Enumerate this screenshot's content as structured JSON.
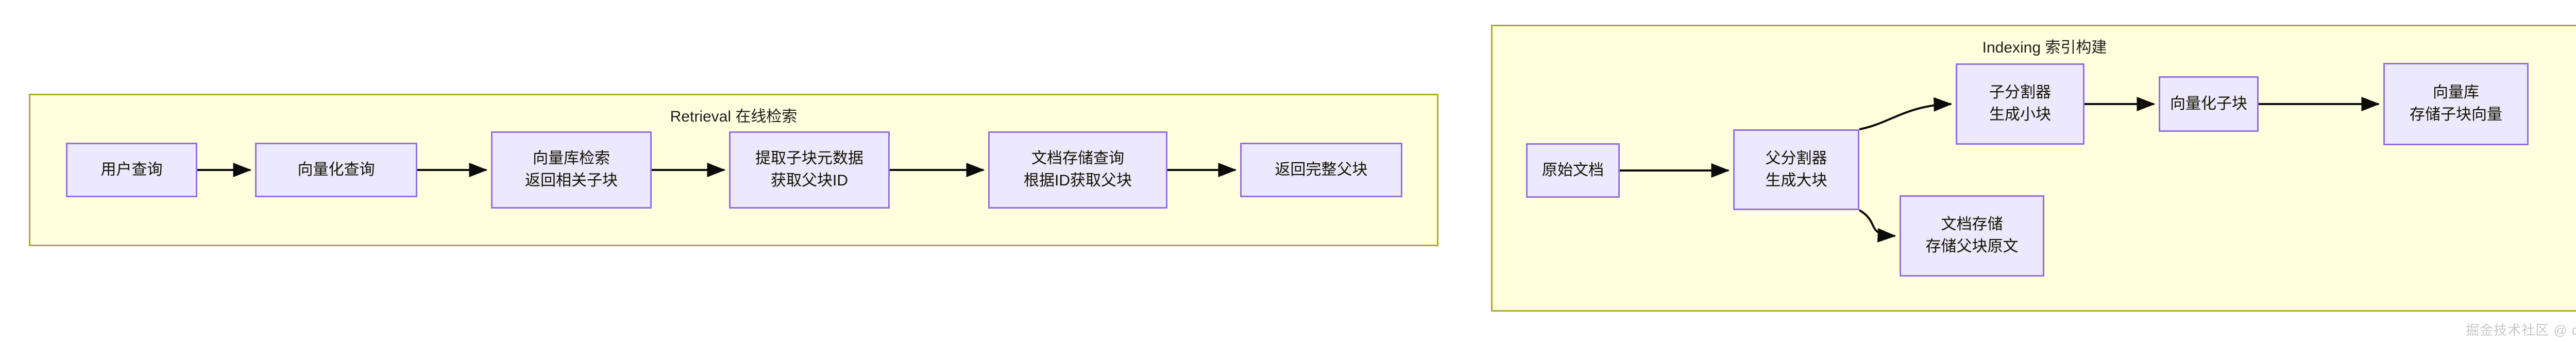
{
  "diagram": {
    "type": "flowchart",
    "direction": "left-to-right",
    "theme": {
      "subgraph_fill": "#FFFFDE",
      "subgraph_border": "#AAAA33",
      "node_fill": "#ECE8FD",
      "node_border": "#9370DB",
      "edge_color": "#0B0B0B",
      "text_color": "#131300",
      "background": "#FFFFFF"
    },
    "subgraphs": [
      {
        "id": "retrieval",
        "title": "Retrieval 在线检索",
        "nodes": [
          {
            "id": "r1",
            "lines": [
              "用户查询"
            ]
          },
          {
            "id": "r2",
            "lines": [
              "向量化查询"
            ]
          },
          {
            "id": "r3",
            "lines": [
              "向量库检索",
              "返回相关子块"
            ]
          },
          {
            "id": "r4",
            "lines": [
              "提取子块元数据",
              "获取父块ID"
            ]
          },
          {
            "id": "r5",
            "lines": [
              "文档存储查询",
              "根据ID获取父块"
            ]
          },
          {
            "id": "r6",
            "lines": [
              "返回完整父块"
            ]
          }
        ],
        "edges": [
          {
            "from": "r1",
            "to": "r2"
          },
          {
            "from": "r2",
            "to": "r3"
          },
          {
            "from": "r3",
            "to": "r4"
          },
          {
            "from": "r4",
            "to": "r5"
          },
          {
            "from": "r5",
            "to": "r6"
          }
        ]
      },
      {
        "id": "indexing",
        "title": "Indexing 索引构建",
        "nodes": [
          {
            "id": "i1",
            "lines": [
              "原始文档"
            ]
          },
          {
            "id": "i2",
            "lines": [
              "父分割器",
              "生成大块"
            ]
          },
          {
            "id": "i3",
            "lines": [
              "子分割器",
              "生成小块"
            ]
          },
          {
            "id": "i4",
            "lines": [
              "向量化子块"
            ]
          },
          {
            "id": "i5",
            "lines": [
              "向量库",
              "存储子块向量"
            ]
          },
          {
            "id": "i6",
            "lines": [
              "文档存储",
              "存储父块原文"
            ]
          }
        ],
        "edges": [
          {
            "from": "i1",
            "to": "i2"
          },
          {
            "from": "i2",
            "to": "i3"
          },
          {
            "from": "i3",
            "to": "i4"
          },
          {
            "from": "i4",
            "to": "i5"
          },
          {
            "from": "i2",
            "to": "i6"
          }
        ]
      }
    ]
  },
  "watermark": {
    "text": "掘金技术社区 @ chaors"
  }
}
